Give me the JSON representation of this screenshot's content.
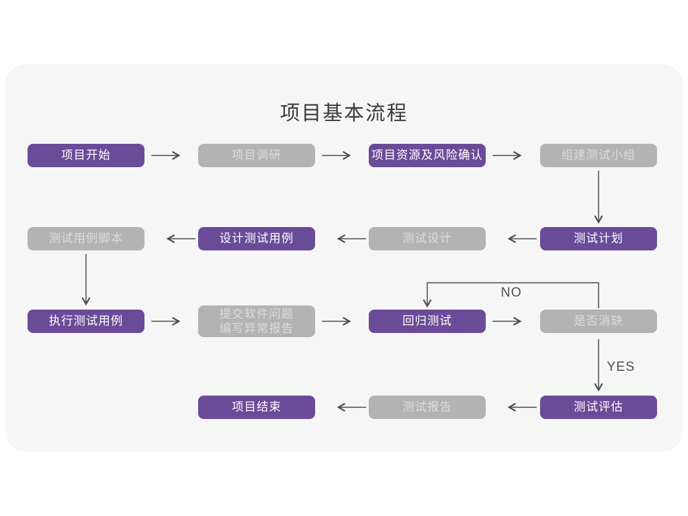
{
  "page": {
    "title": "项目基本流程"
  },
  "theme": {
    "card_background": "#f6f6f6",
    "page_background": "#ffffff",
    "node_purple": "#6a4b98",
    "node_gray": "#b3b3b3",
    "node_purple_text": "#ffffff",
    "node_gray_text": "#dcdcdc",
    "arrow_color": "#4d4d4d",
    "title_color": "#3a3a3a"
  },
  "flow": {
    "nodes": [
      {
        "id": "project-start",
        "label": "项目开始",
        "variant": "purple"
      },
      {
        "id": "project-research",
        "label": "项目调研",
        "variant": "gray"
      },
      {
        "id": "resources-risk-confirm",
        "label": "项目资源及风险确认",
        "variant": "purple"
      },
      {
        "id": "form-test-team",
        "label": "组建测试小组",
        "variant": "gray"
      },
      {
        "id": "test-case-script",
        "label": "测试用例脚本",
        "variant": "gray"
      },
      {
        "id": "design-test-case",
        "label": "设计测试用例",
        "variant": "purple"
      },
      {
        "id": "test-design",
        "label": "测试设计",
        "variant": "gray"
      },
      {
        "id": "test-plan",
        "label": "测试计划",
        "variant": "purple"
      },
      {
        "id": "execute-test-case",
        "label": "执行测试用例",
        "variant": "purple"
      },
      {
        "id": "submit-issue-report",
        "label": "提交软件问题\n编写异常报告",
        "variant": "gray"
      },
      {
        "id": "regression-test",
        "label": "回归测试",
        "variant": "purple"
      },
      {
        "id": "defect-eliminated",
        "label": "是否消缺",
        "variant": "gray"
      },
      {
        "id": "project-end",
        "label": "项目结束",
        "variant": "purple"
      },
      {
        "id": "test-report",
        "label": "测试报告",
        "variant": "gray"
      },
      {
        "id": "test-evaluation",
        "label": "测试评估",
        "variant": "purple"
      }
    ],
    "edge_labels": {
      "no": "NO",
      "yes": "YES"
    }
  }
}
